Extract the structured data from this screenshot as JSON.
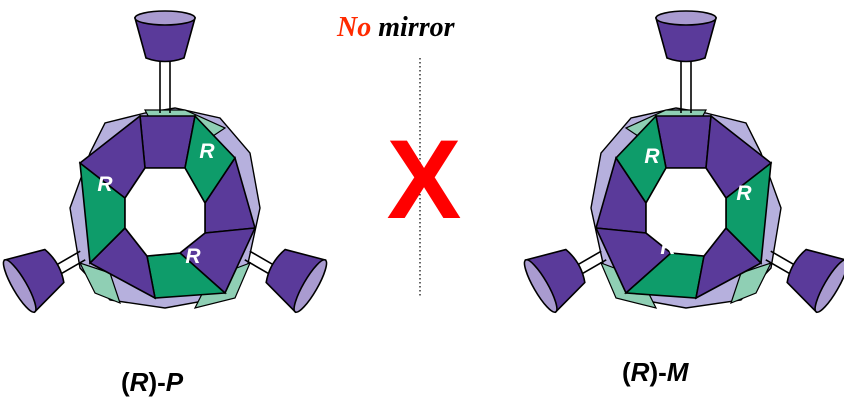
{
  "mirror": {
    "no_label": "No",
    "mirror_label": "mirror"
  },
  "x_mark": "X",
  "left_molecule": {
    "face_labels": [
      "R",
      "R",
      "R"
    ],
    "caption": {
      "open": "(",
      "config": "R",
      "close_dash": ")-",
      "helicity": "P"
    }
  },
  "right_molecule": {
    "face_labels": [
      "R",
      "R",
      "R"
    ],
    "caption": {
      "open": "(",
      "config": "R",
      "close_dash": ")-",
      "helicity": "M"
    }
  },
  "colors": {
    "purple": "#5a3a9a",
    "purple_light": "#a99bd0",
    "green": "#0e9c6a",
    "green_light": "#8fcfb4",
    "red": "#ff0000"
  }
}
